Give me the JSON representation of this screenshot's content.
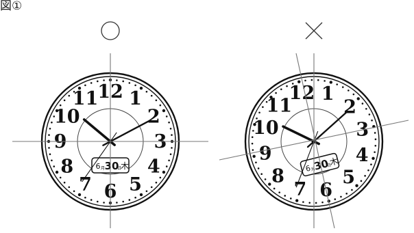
{
  "figure_label": "図①",
  "panels": [
    {
      "id": "correct",
      "mark": "○",
      "mark_meaning": "correct",
      "numerals": [
        "12",
        "1",
        "2",
        "3",
        "4",
        "5",
        "6",
        "7",
        "8",
        "9",
        "10",
        "11"
      ],
      "lcd": {
        "month": "6",
        "month_unit": "月",
        "day": "30",
        "day_unit": "日",
        "weekday": "木"
      },
      "time_shown": {
        "hour_hand_points_to": "10",
        "minute_hand_points_to": "2"
      },
      "guide_lines": "vertical 12-6 and horizontal 9-3 axes are straight"
    },
    {
      "id": "incorrect",
      "mark": "×",
      "mark_meaning": "incorrect",
      "numerals": [
        "12",
        "1",
        "2",
        "3",
        "4",
        "5",
        "6",
        "7",
        "8",
        "9",
        "10",
        "11"
      ],
      "lcd": {
        "month": "6",
        "month_unit": "月",
        "day": "30",
        "day_unit": "日",
        "weekday": "木"
      },
      "time_shown": {
        "hour_hand_points_to": "10",
        "minute_hand_points_to": "2"
      },
      "guide_lines": "12-6 and 9-3 axes are tilted (clock hung crooked)"
    }
  ],
  "colors": {
    "ink": "#111111",
    "guide": "#777777",
    "background": "#ffffff"
  }
}
